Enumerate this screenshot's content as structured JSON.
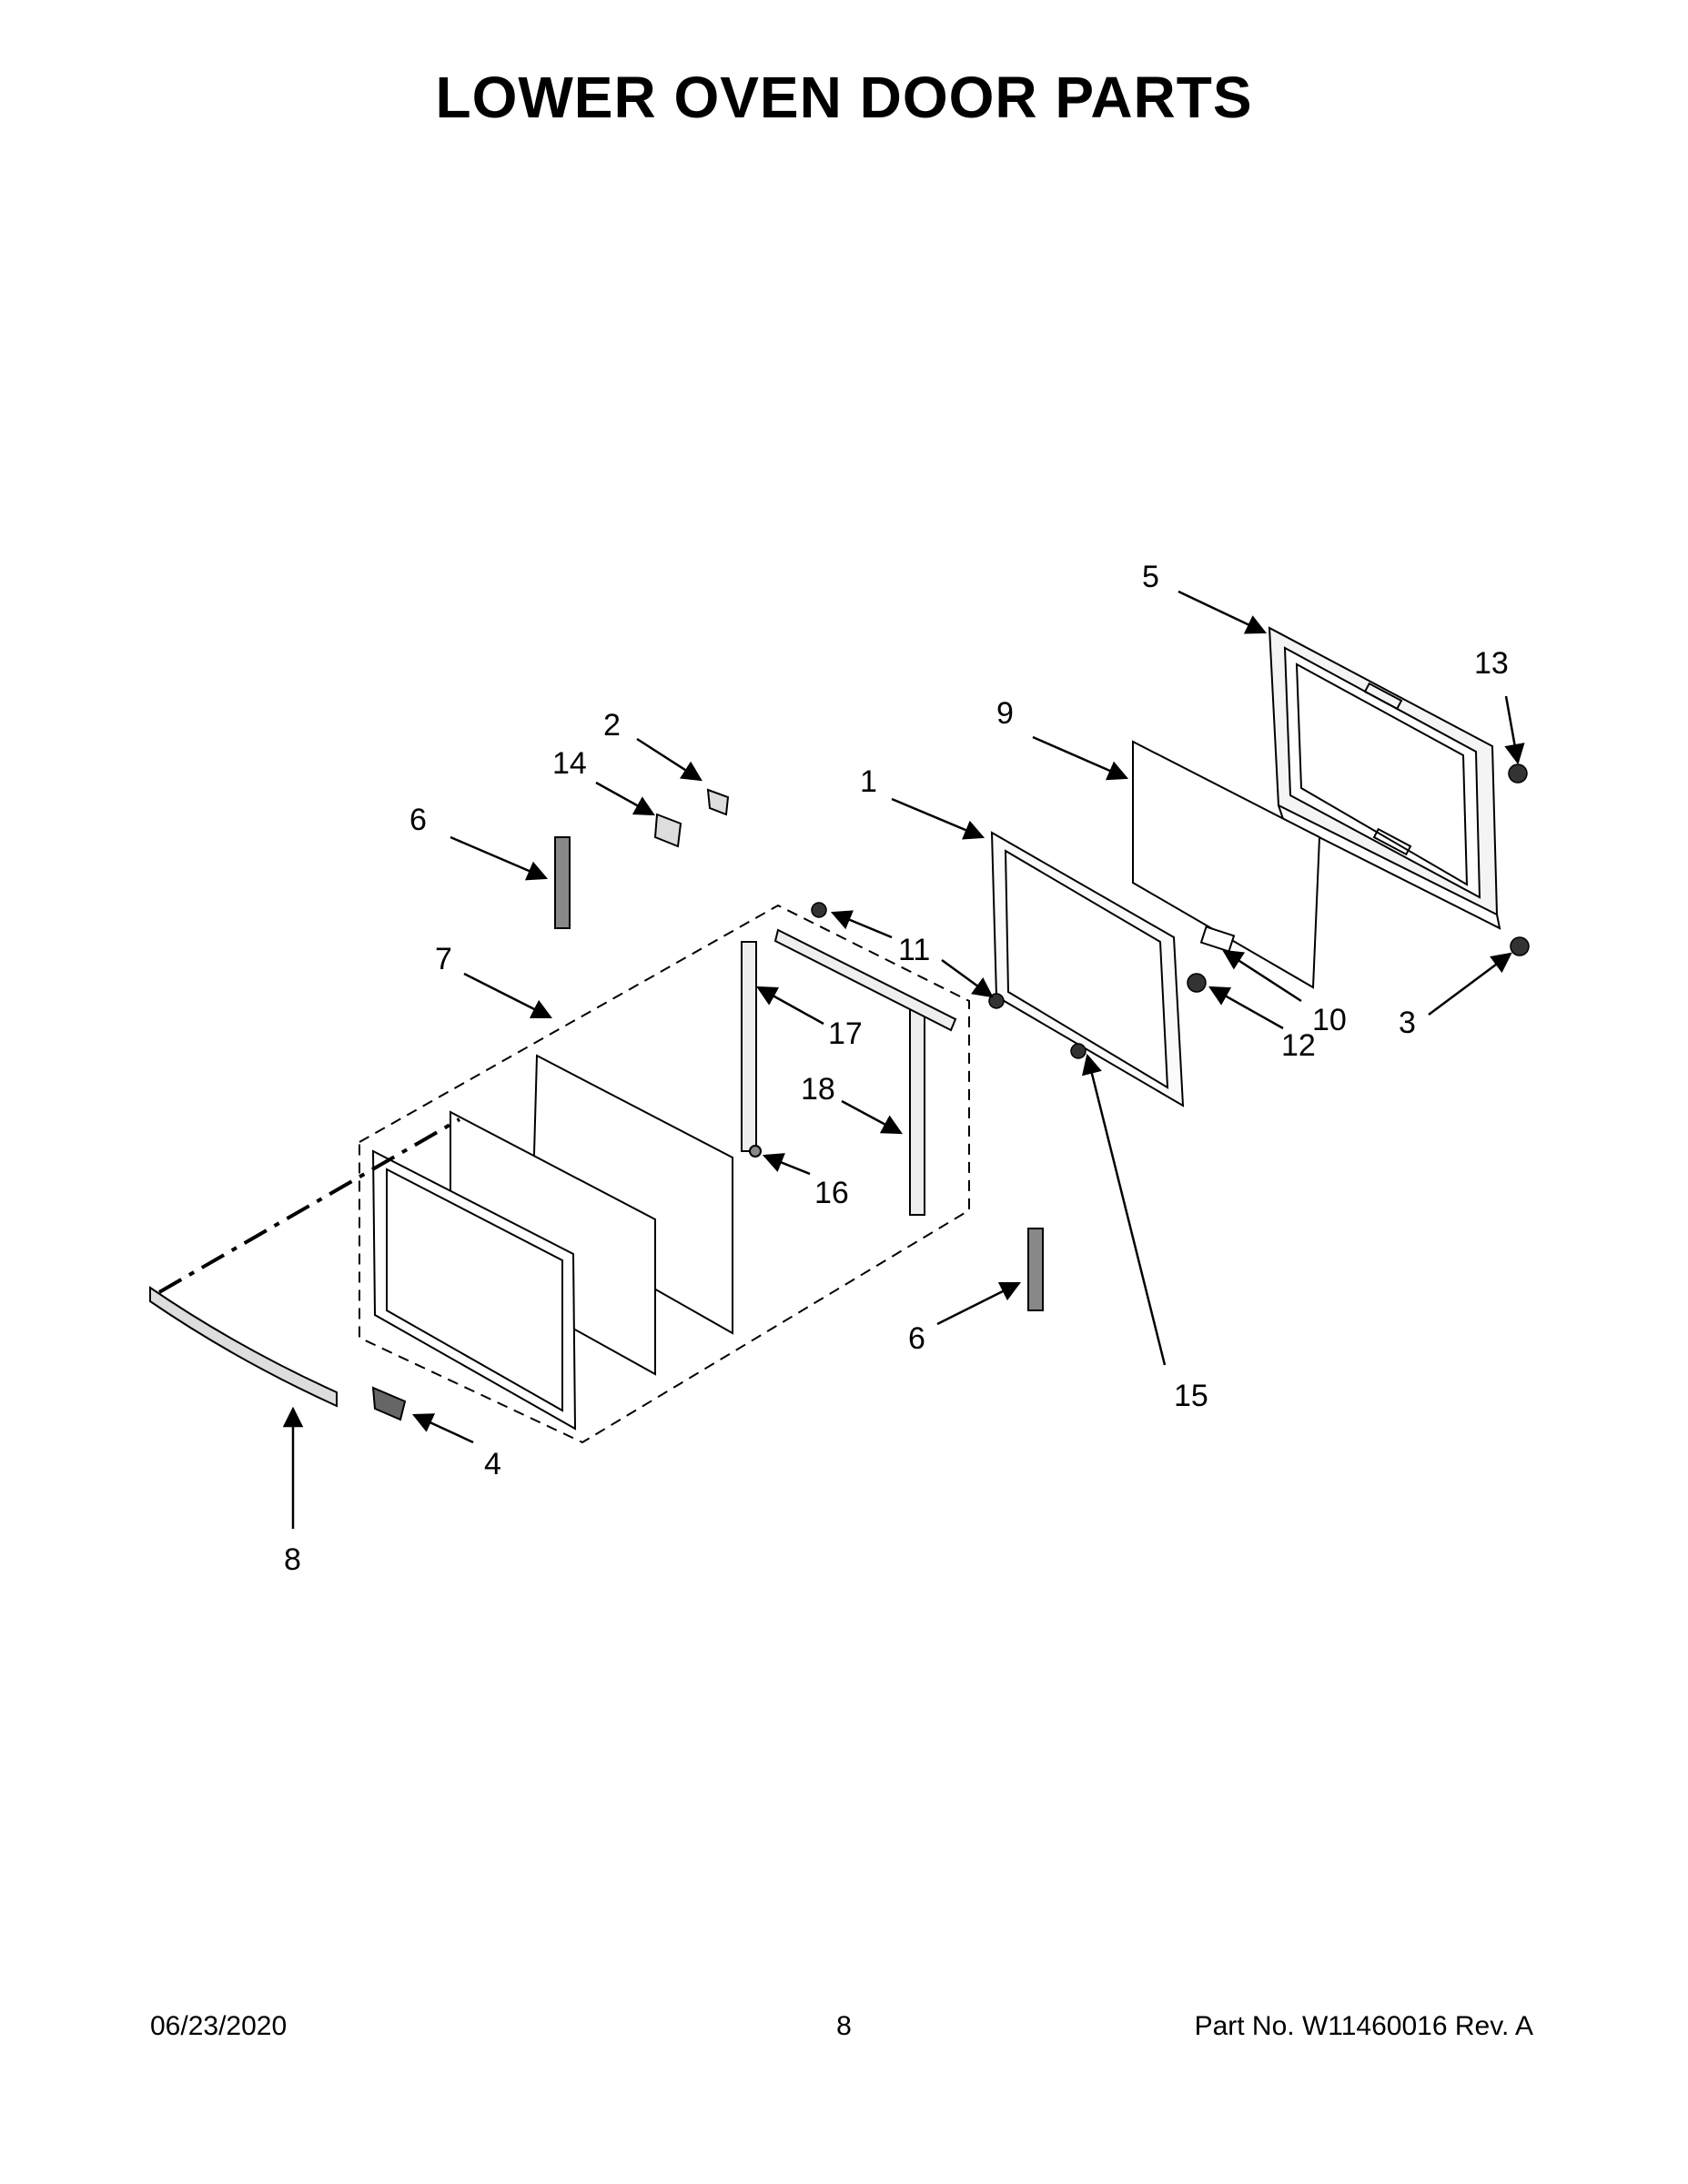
{
  "page": {
    "title": "LOWER OVEN DOOR PARTS",
    "footer": {
      "date": "06/23/2020",
      "page_number": "8",
      "part_no": "Part No.  W11460016  Rev.  A"
    }
  },
  "callouts": {
    "c1": "1",
    "c2": "2",
    "c3": "3",
    "c4": "4",
    "c5": "5",
    "c6a": "6",
    "c6b": "6",
    "c7": "7",
    "c8": "8",
    "c9": "9",
    "c10": "10",
    "c11": "11",
    "c12": "12",
    "c13": "13",
    "c14": "14",
    "c15": "15",
    "c16": "16",
    "c17": "17",
    "c18": "18"
  }
}
